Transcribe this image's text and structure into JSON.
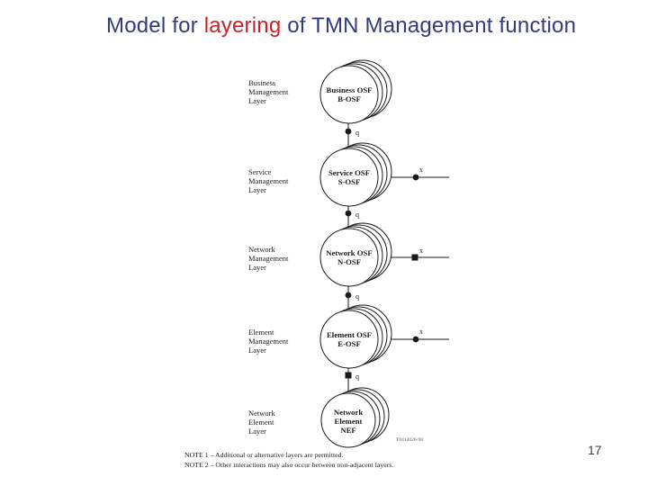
{
  "colors": {
    "background": "#ffffff",
    "title_primary": "#343a7e",
    "title_accent": "#cc2024",
    "diagram_ink": "#1a1a1a",
    "page_number": "#3f3f3f"
  },
  "title": {
    "segments": [
      {
        "text": "Model for ",
        "color": "primary"
      },
      {
        "text": "layering",
        "color": "accent"
      },
      {
        "text": " of TMN Management function",
        "color": "primary"
      }
    ]
  },
  "page_number": "17",
  "diagram": {
    "figure_ref": "T0413020-98",
    "reference_points": {
      "q": "q",
      "x": "x"
    },
    "layers": [
      {
        "name": "business-management",
        "label_lines": [
          "Business",
          "Management",
          "Layer"
        ],
        "node_lines": [
          "Business OSF",
          "B-OSF"
        ]
      },
      {
        "name": "service-management",
        "label_lines": [
          "Service",
          "Management",
          "Layer"
        ],
        "node_lines": [
          "Service OSF",
          "S-OSF"
        ]
      },
      {
        "name": "network-management",
        "label_lines": [
          "Network",
          "Management",
          "Layer"
        ],
        "node_lines": [
          "Network OSF",
          "N-OSF"
        ]
      },
      {
        "name": "element-management",
        "label_lines": [
          "Element",
          "Management",
          "Layer"
        ],
        "node_lines": [
          "Element OSF",
          "E-OSF"
        ]
      },
      {
        "name": "network-element",
        "label_lines": [
          "Network",
          "Element",
          "Layer"
        ],
        "node_lines": [
          "Network",
          "Element",
          "NEF"
        ]
      }
    ],
    "notes": [
      "NOTE 1 – Additional or alternative layers are permitted.",
      "NOTE 2 – Other interactions may also occur between non-adjacent layers."
    ]
  }
}
